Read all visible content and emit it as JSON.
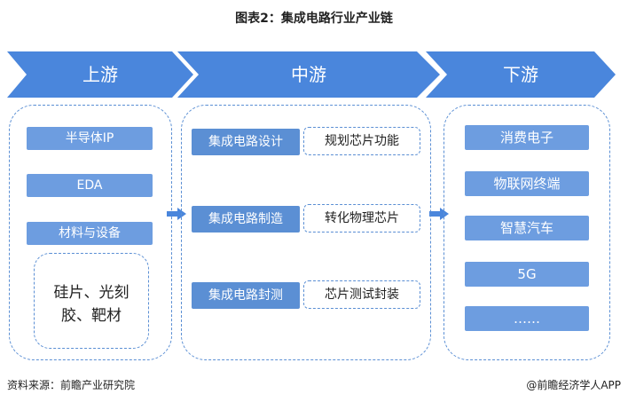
{
  "title": "图表2：集成电路行业产业链",
  "stages": {
    "upstream": "上游",
    "midstream": "中游",
    "downstream": "下游"
  },
  "upstream": {
    "items": [
      "半导体IP",
      "EDA",
      "材料与设备"
    ],
    "sub_lines": [
      "硅片、光刻",
      "胶、靶材"
    ]
  },
  "midstream": {
    "rows": [
      {
        "process": "集成电路设计",
        "function": "规划芯片功能"
      },
      {
        "process": "集成电路制造",
        "function": "转化物理芯片"
      },
      {
        "process": "集成电路封测",
        "function": "芯片测试封装"
      }
    ]
  },
  "downstream": {
    "items": [
      "消费电子",
      "物联网终端",
      "智慧汽车",
      "5G",
      "……"
    ]
  },
  "footer": {
    "source": "资料来源：前瞻产业研究院",
    "brand": "@前瞻经济学人APP"
  },
  "colors": {
    "primary": "#5b8fd4",
    "header": "#4a86dc"
  }
}
